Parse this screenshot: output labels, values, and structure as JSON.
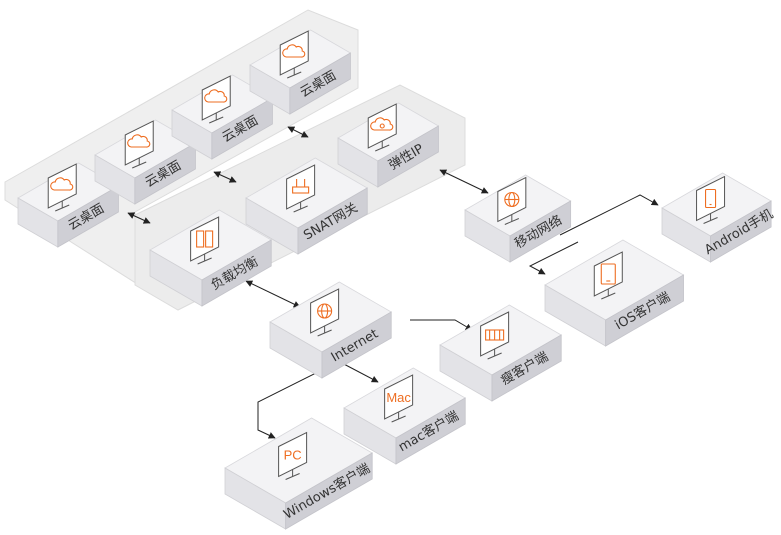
{
  "colors": {
    "accent": "#ee6e22",
    "block_top": "#f3f3f5",
    "block_left": "#e3e3e7",
    "block_right": "#cfcfd5",
    "platform": "#efefef",
    "line": "#333333"
  },
  "nodes": {
    "desk1": {
      "label": "云桌面",
      "icon": "cloud-icon"
    },
    "desk2": {
      "label": "云桌面",
      "icon": "cloud-icon"
    },
    "desk3": {
      "label": "云桌面",
      "icon": "cloud-icon"
    },
    "desk4": {
      "label": "云桌面",
      "icon": "cloud-icon"
    },
    "snat": {
      "label": "SNAT网关",
      "icon": "router-icon"
    },
    "eip": {
      "label": "弹性IP",
      "icon": "ip-icon"
    },
    "lb": {
      "label": "负载均衡",
      "icon": "balancer-icon"
    },
    "internet": {
      "label": "Internet",
      "icon": "globe-icon"
    },
    "mobile": {
      "label": "移动网络",
      "icon": "globe-icon"
    },
    "ios": {
      "label": "iOS客户端",
      "icon": "tablet-icon"
    },
    "android": {
      "label": "Android手机",
      "icon": "phone-icon"
    },
    "thin": {
      "label": "瘦客户端",
      "icon": "thin-client-icon"
    },
    "mac": {
      "label": "mac客户端",
      "icon": "mac-icon",
      "screen_text": "Mac"
    },
    "windows": {
      "label": "Windows客户端",
      "icon": "pc-icon",
      "screen_text": "PC"
    }
  }
}
